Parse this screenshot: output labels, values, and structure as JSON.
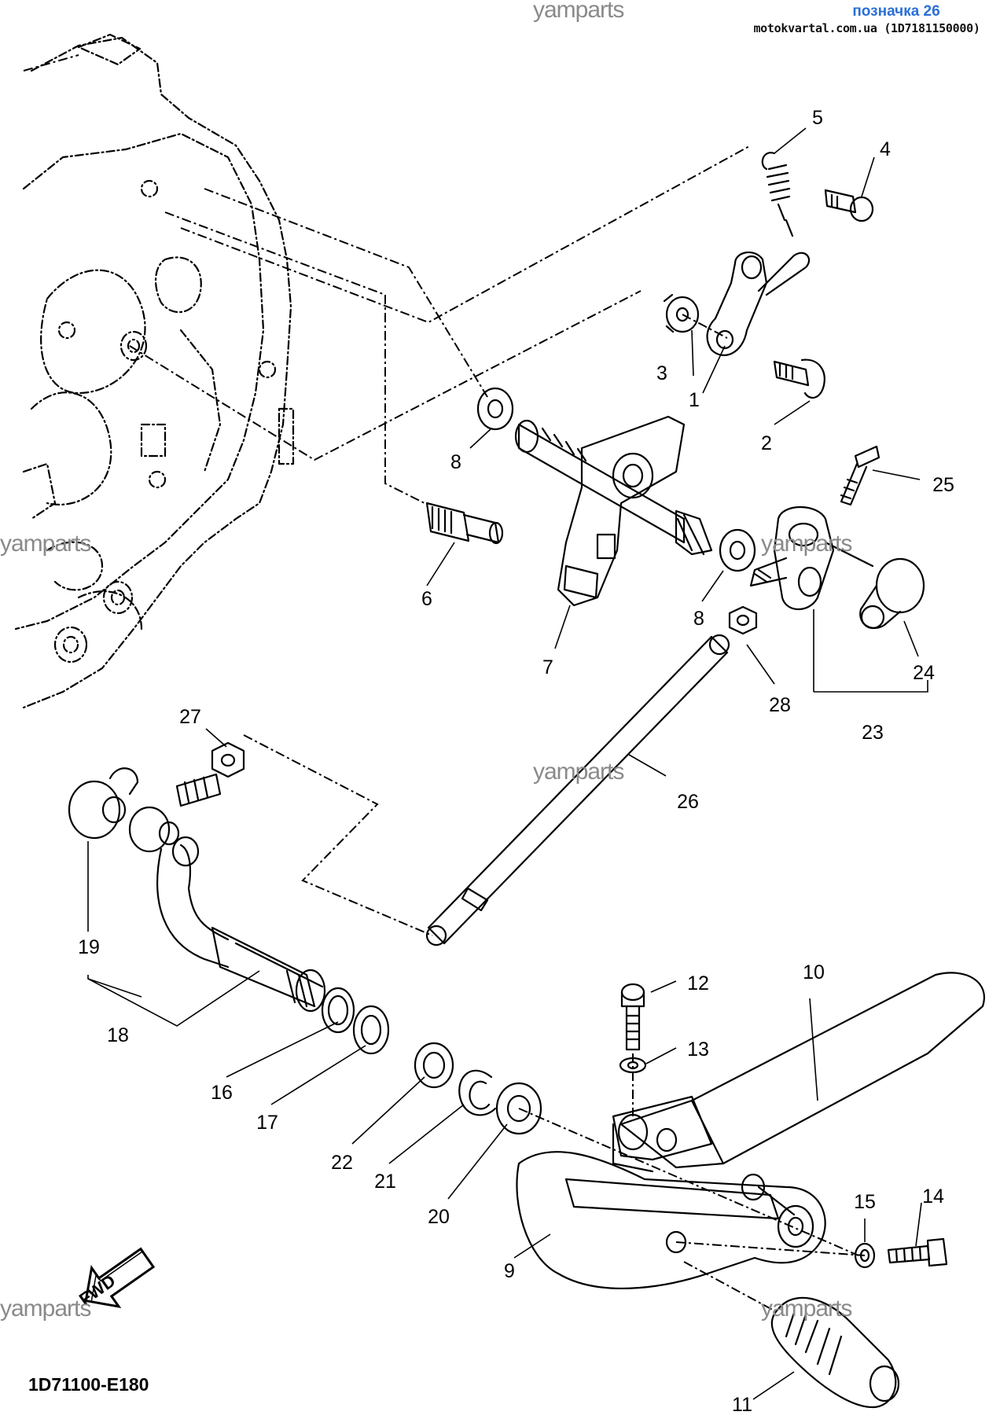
{
  "header": {
    "link_text": "позначка 26",
    "source_text": "motokvartal.com.ua (1D7181150000)"
  },
  "watermark": "yamparts",
  "fwd_label": "FWD",
  "diagram_code": "1D71100-E180",
  "callouts": [
    "1",
    "2",
    "3",
    "4",
    "5",
    "6",
    "7",
    "8",
    "8",
    "9",
    "10",
    "11",
    "12",
    "13",
    "14",
    "15",
    "16",
    "17",
    "18",
    "19",
    "20",
    "21",
    "22",
    "23",
    "24",
    "25",
    "26",
    "27",
    "28"
  ]
}
